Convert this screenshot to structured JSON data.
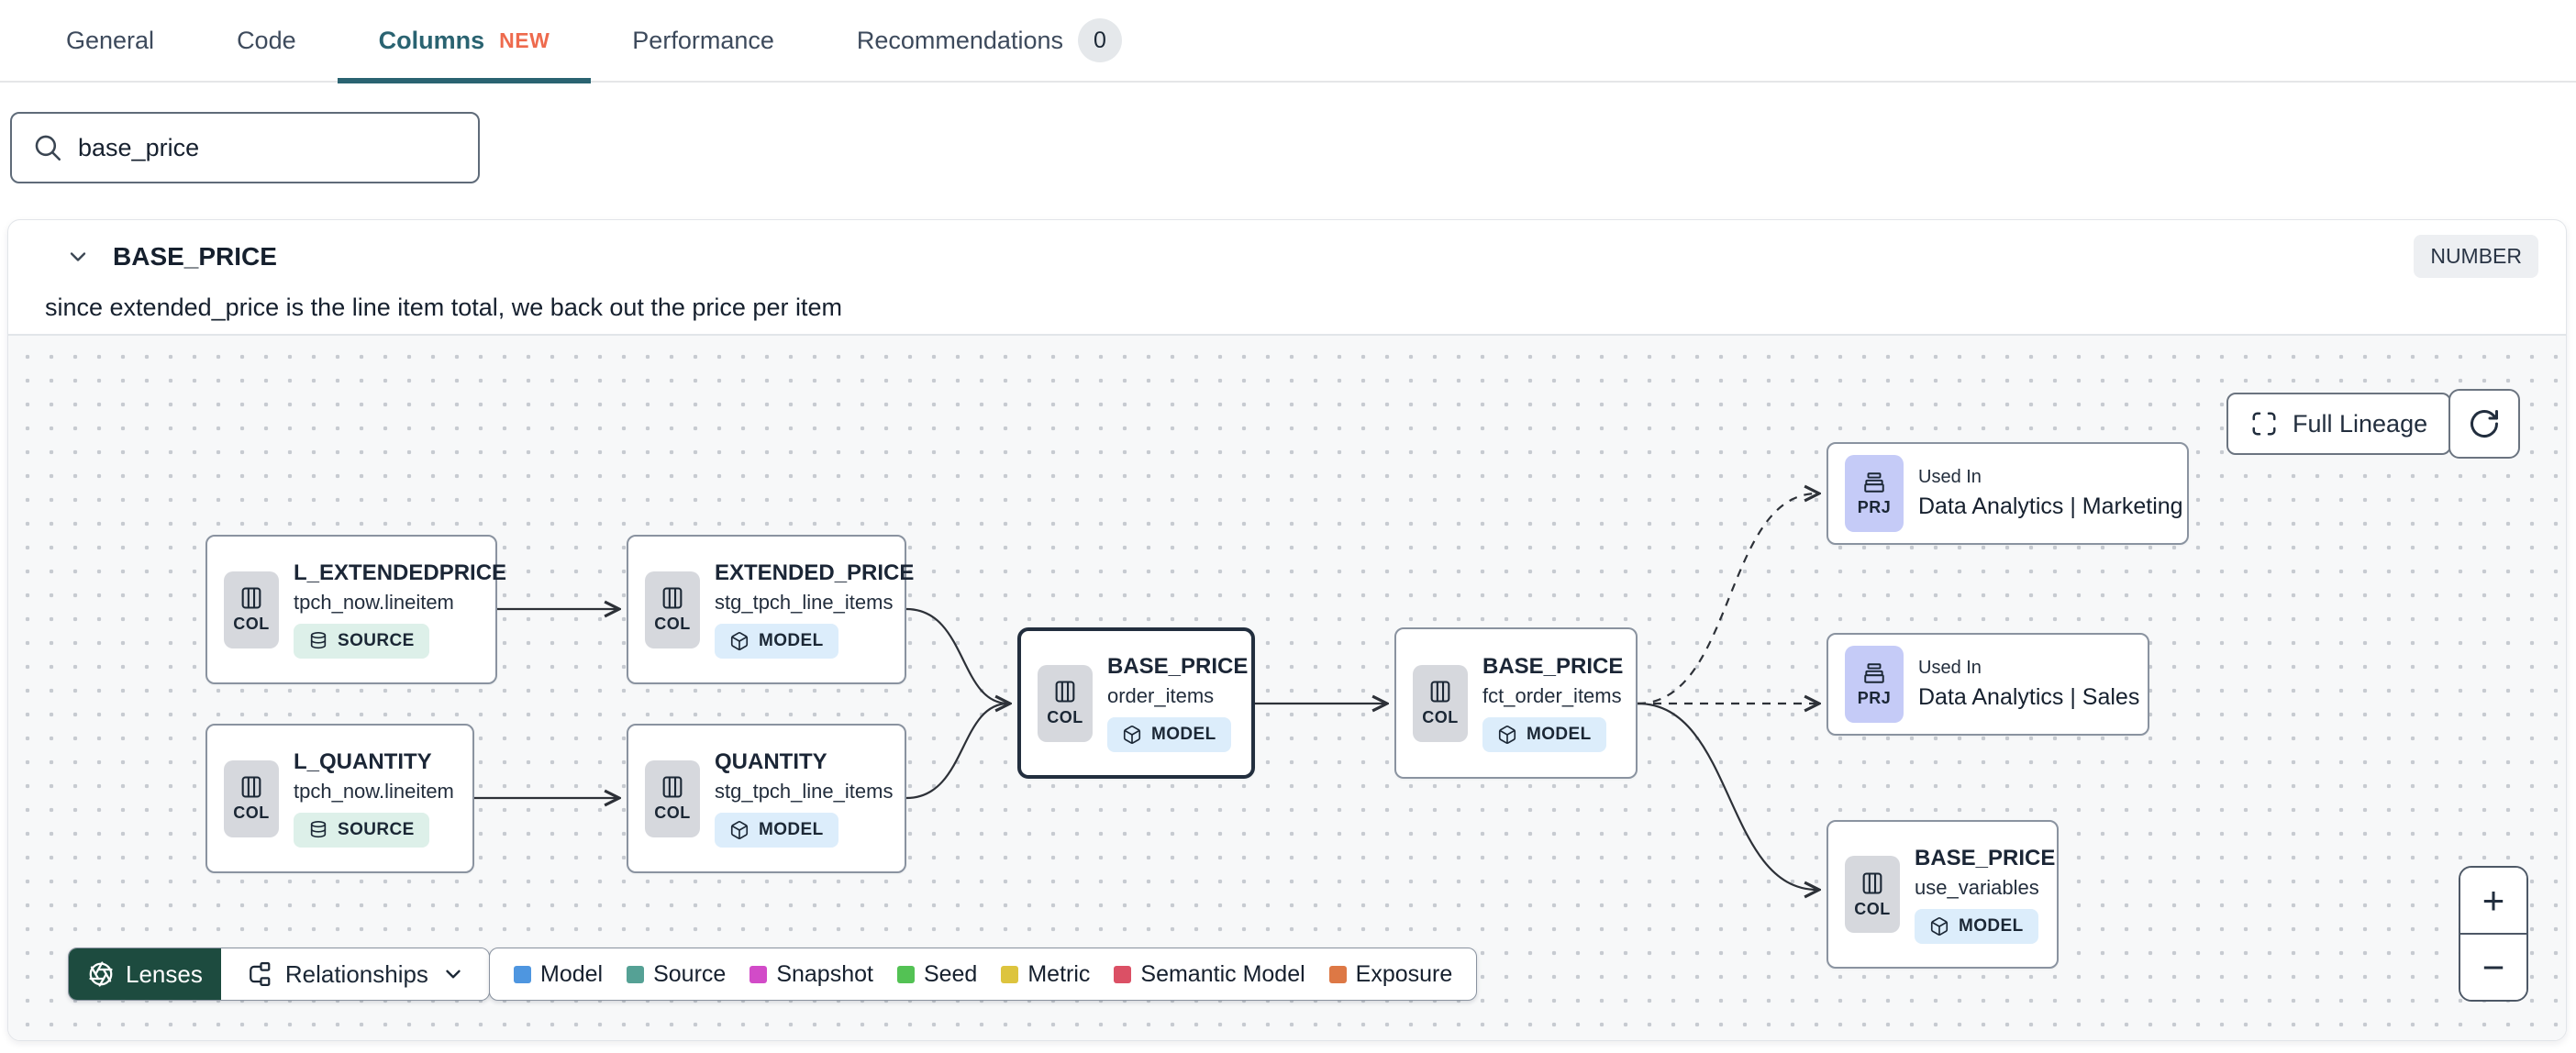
{
  "tabs": {
    "items": [
      {
        "label": "General"
      },
      {
        "label": "Code"
      },
      {
        "label": "Columns",
        "badge": "NEW"
      },
      {
        "label": "Performance"
      },
      {
        "label": "Recommendations",
        "count": "0"
      }
    ]
  },
  "search": {
    "value": "base_price"
  },
  "column_panel": {
    "name": "BASE_PRICE",
    "data_type": "NUMBER",
    "description": "since extended_price is the line item total, we back out the price per item"
  },
  "lineage": {
    "controls": {
      "full_lineage": "Full Lineage",
      "zoom_in": "+",
      "zoom_out": "−"
    },
    "nodes": [
      {
        "chip": "COL",
        "title": "L_EXTENDEDPRICE",
        "subtitle": "tpch_now.lineitem",
        "resource": "SOURCE"
      },
      {
        "chip": "COL",
        "title": "EXTENDED_PRICE",
        "subtitle": "stg_tpch_line_items",
        "resource": "MODEL"
      },
      {
        "chip": "COL",
        "title": "L_QUANTITY",
        "subtitle": "tpch_now.lineitem",
        "resource": "SOURCE"
      },
      {
        "chip": "COL",
        "title": "QUANTITY",
        "subtitle": "stg_tpch_line_items",
        "resource": "MODEL"
      },
      {
        "chip": "COL",
        "title": "BASE_PRICE",
        "subtitle": "order_items",
        "resource": "MODEL"
      },
      {
        "chip": "COL",
        "title": "BASE_PRICE",
        "subtitle": "fct_order_items",
        "resource": "MODEL"
      },
      {
        "chip": "PRJ",
        "title": "Used In",
        "subtitle": "Data Analytics | Marketing"
      },
      {
        "chip": "PRJ",
        "title": "Used In",
        "subtitle": "Data Analytics | Sales"
      },
      {
        "chip": "COL",
        "title": "BASE_PRICE",
        "subtitle": "use_variables",
        "resource": "MODEL"
      }
    ],
    "toolbar": {
      "lenses": "Lenses",
      "relationships": "Relationships"
    },
    "legend": [
      {
        "label": "Model",
        "color": "#4e96e0"
      },
      {
        "label": "Source",
        "color": "#55a195"
      },
      {
        "label": "Snapshot",
        "color": "#d24bc8"
      },
      {
        "label": "Seed",
        "color": "#53c254"
      },
      {
        "label": "Metric",
        "color": "#ddc43e"
      },
      {
        "label": "Semantic Model",
        "color": "#db5065"
      },
      {
        "label": "Exposure",
        "color": "#dd7845"
      }
    ],
    "colors": {
      "accent_teal": "#2a6371",
      "new_badge": "#ee6a4d",
      "selected_border": "#222e3e",
      "model_badge_bg": "#dcedfb",
      "source_badge_bg": "#ddf0e9",
      "project_chip_bg": "#c5cbf7",
      "lenses_bg": "#1d4b3f"
    }
  }
}
